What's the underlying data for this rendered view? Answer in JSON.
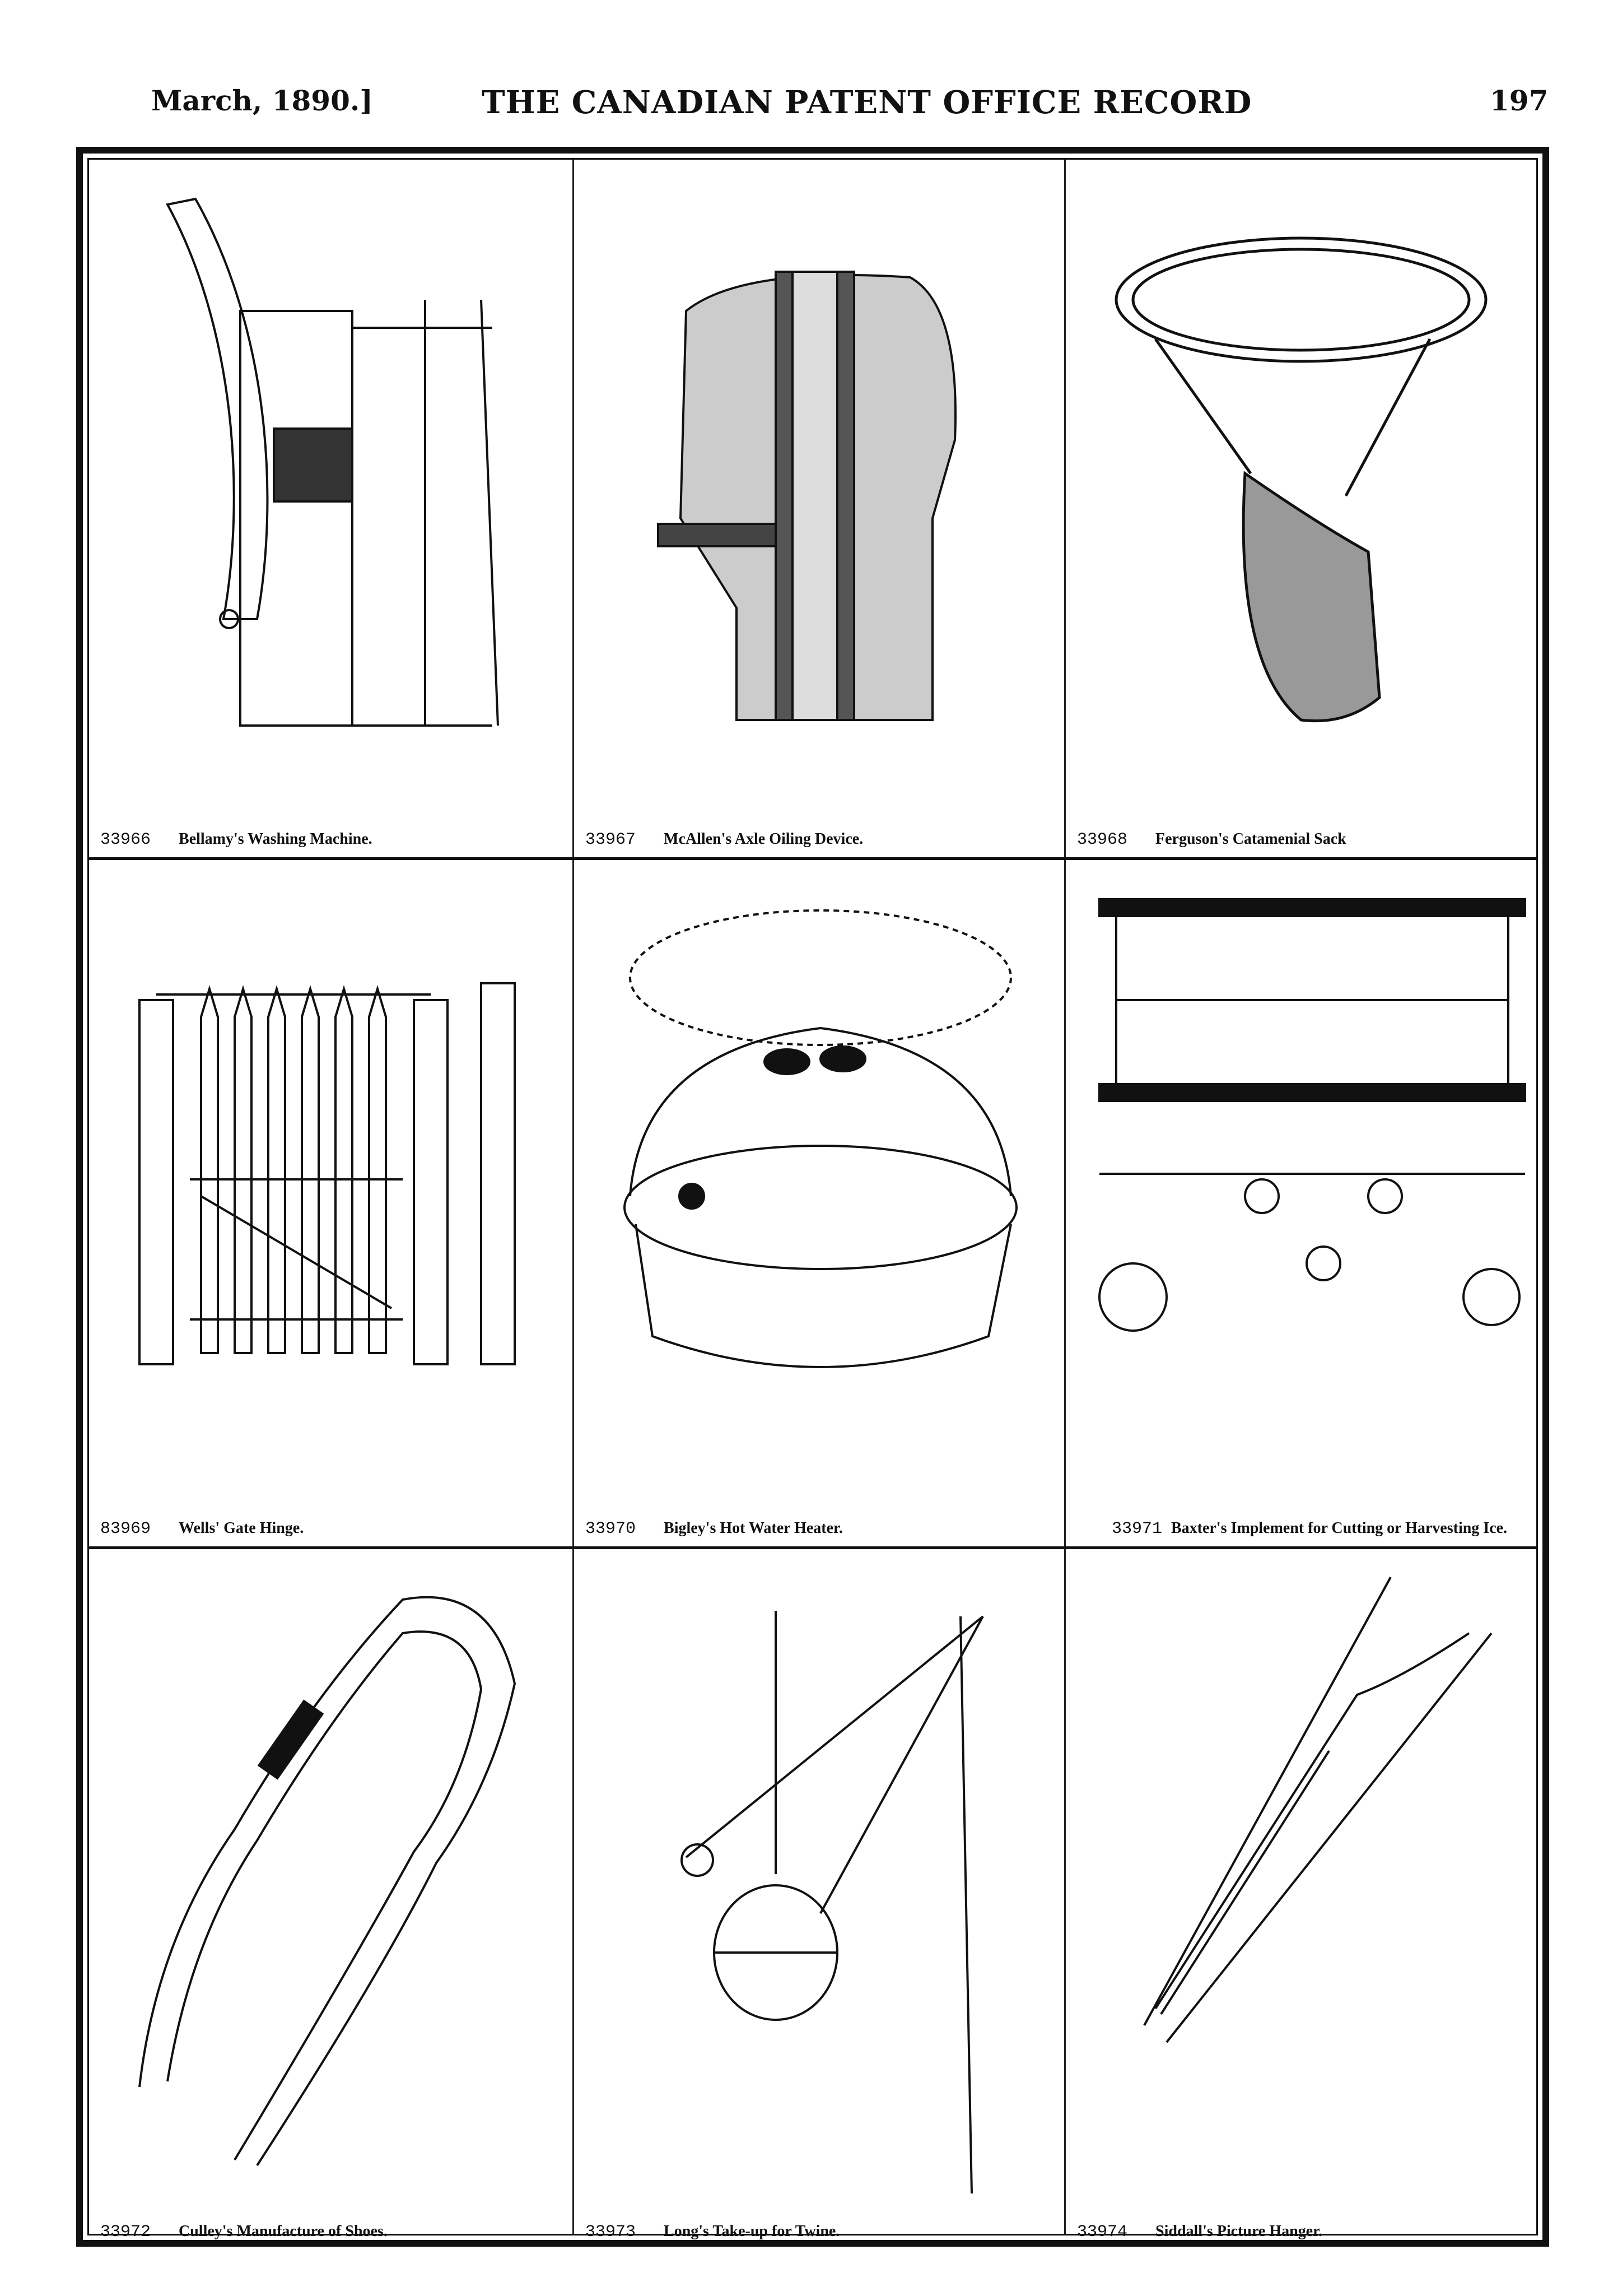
{
  "header": {
    "date": "March, 1890.]",
    "title": "THE CANADIAN PATENT OFFICE RECORD",
    "page": "197"
  },
  "patents": [
    {
      "number": "33966",
      "title": "Bellamy's Washing Machine."
    },
    {
      "number": "33967",
      "title": "McAllen's Axle Oiling Device."
    },
    {
      "number": "33968",
      "title": "Ferguson's Catamenial Sack"
    },
    {
      "number": "83969",
      "title": "Wells' Gate Hinge."
    },
    {
      "number": "33970",
      "title": "Bigley's Hot Water Heater."
    },
    {
      "number": "33971",
      "title": "Baxter's Implement for Cutting or Harvesting Ice."
    },
    {
      "number": "33972",
      "title": "Culley's Manufacture of Shoes."
    },
    {
      "number": "33973",
      "title": "Long's Take-up for Twine."
    },
    {
      "number": "33974",
      "title": "Siddall's Picture Hanger."
    }
  ]
}
